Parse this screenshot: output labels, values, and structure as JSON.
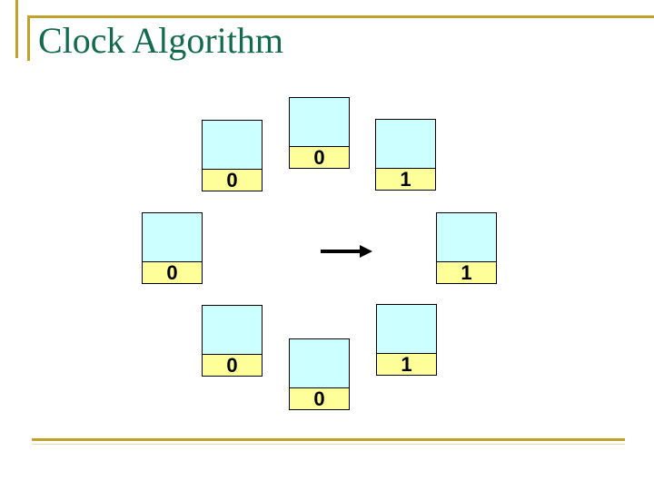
{
  "slide": {
    "title": "Clock Algorithm"
  },
  "diagram": {
    "arrow_icon": "right-arrow",
    "frames": [
      {
        "position": "top",
        "ref_bit": "0"
      },
      {
        "position": "top-right",
        "ref_bit": "1"
      },
      {
        "position": "right",
        "ref_bit": "1"
      },
      {
        "position": "bottom-right",
        "ref_bit": "1"
      },
      {
        "position": "bottom",
        "ref_bit": "0"
      },
      {
        "position": "bottom-left",
        "ref_bit": "0"
      },
      {
        "position": "left",
        "ref_bit": "0"
      },
      {
        "position": "top-left",
        "ref_bit": "0"
      }
    ]
  },
  "colors": {
    "accent-gold": "#C0A12E",
    "title-green": "#136A4D",
    "frame-fill": "#CCFFFF",
    "refbit-fill": "#FFFF99",
    "arrow-black": "#000000"
  }
}
